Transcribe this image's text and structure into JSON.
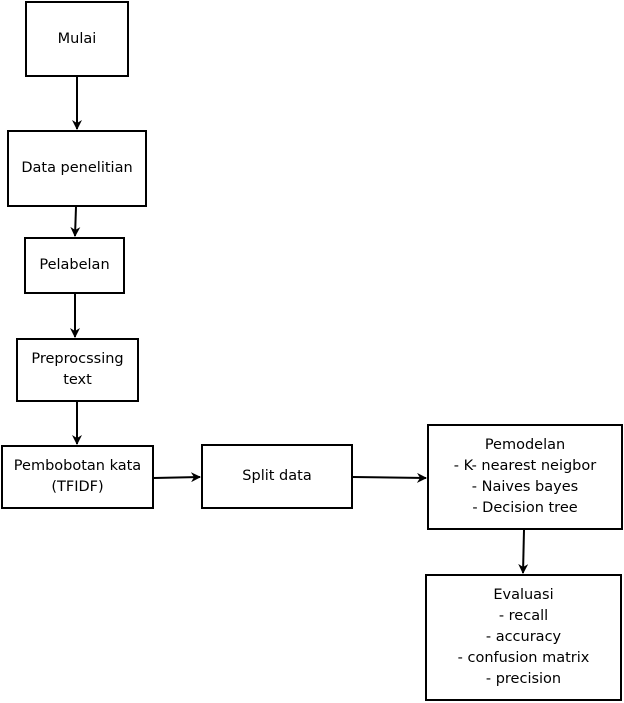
{
  "nodes": {
    "mulai": {
      "lines": [
        "Mulai"
      ]
    },
    "data_penelitian": {
      "lines": [
        "Data penelitian"
      ]
    },
    "pelabelan": {
      "lines": [
        "Pelabelan"
      ]
    },
    "preprocessing": {
      "lines": [
        "Preprocssing",
        "text"
      ]
    },
    "pembobotan": {
      "lines": [
        "Pembobotan kata",
        "(TFIDF)"
      ]
    },
    "split": {
      "lines": [
        "Split data"
      ]
    },
    "pemodelan": {
      "lines": [
        "Pemodelan",
        "- K- nearest neigbor",
        "- Naives bayes",
        "- Decision tree"
      ]
    },
    "evaluasi": {
      "lines": [
        "Evaluasi",
        "- recall",
        "- accuracy",
        "- confusion matrix",
        "- precision"
      ]
    }
  },
  "edges": [
    {
      "from": "mulai",
      "to": "data_penelitian"
    },
    {
      "from": "data_penelitian",
      "to": "pelabelan"
    },
    {
      "from": "pelabelan",
      "to": "preprocessing"
    },
    {
      "from": "preprocessing",
      "to": "pembobotan"
    },
    {
      "from": "pembobotan",
      "to": "split"
    },
    {
      "from": "split",
      "to": "pemodelan"
    },
    {
      "from": "pemodelan",
      "to": "evaluasi"
    }
  ]
}
